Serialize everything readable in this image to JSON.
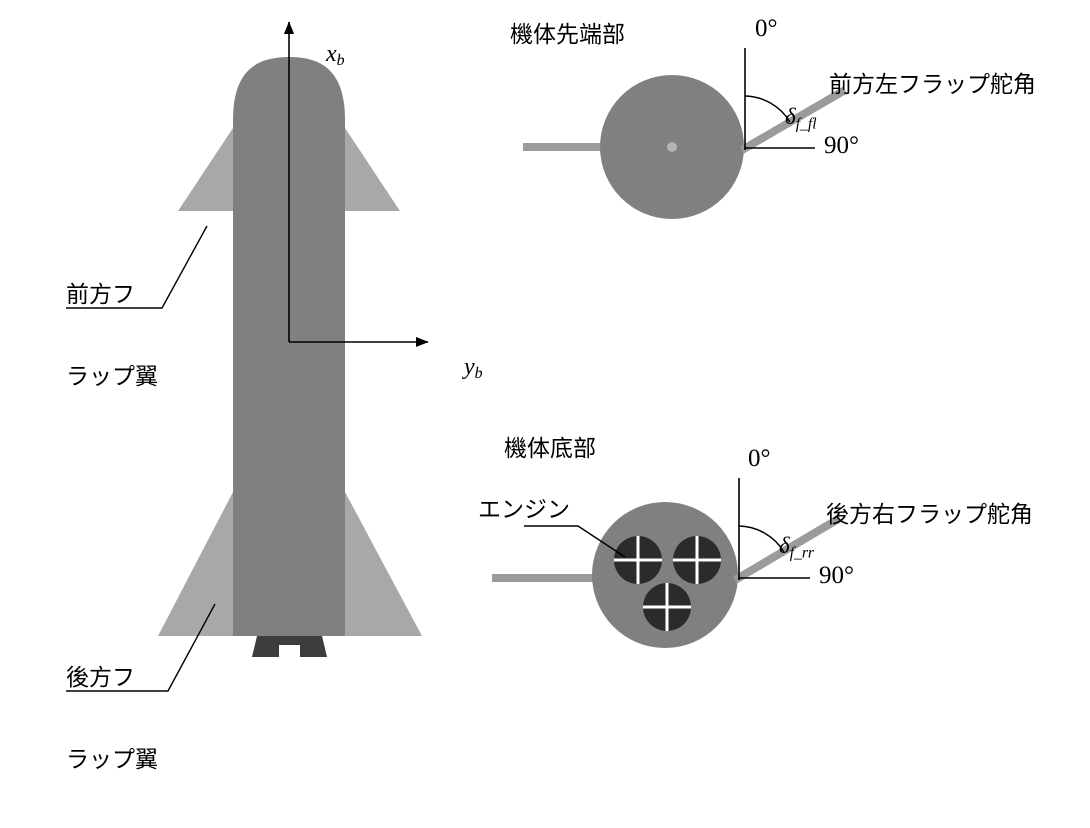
{
  "figure": {
    "title_hidden": "",
    "colors": {
      "body": "#808080",
      "flap": "#a8a8a8",
      "flap_bar": "#9b9b9b",
      "engine": "#333333",
      "legs": "#3d3d3d",
      "stroke": "#000000",
      "background": "#ffffff",
      "engine_cross": "#ffffff",
      "hub_dot": "#b4b4b4"
    }
  },
  "axes": {
    "x_label": "x",
    "x_sub": "b",
    "y_label": "y",
    "y_sub": "b"
  },
  "rocket": {
    "front_flap_label_line1": "前方フ",
    "front_flap_label_line2": "ラップ翼",
    "rear_flap_label_line1": "後方フ",
    "rear_flap_label_line2": "ラップ翼"
  },
  "top_view": {
    "title": "機体先端部",
    "zero_deg": "0°",
    "ninety_deg": "90°",
    "delta_symbol": "δ",
    "delta_sub": "f_fl",
    "flap_label": "前方左フラップ舵角"
  },
  "bottom_view": {
    "title": "機体底部",
    "engine_label": "エンジン",
    "zero_deg": "0°",
    "ninety_deg": "90°",
    "delta_symbol": "δ",
    "delta_sub": "f_rr",
    "flap_label": "後方右フラップ舵角"
  },
  "chart_data": {
    "type": "diagram",
    "title": "Starship body axes and flap deflection angle definitions",
    "views": [
      {
        "name": "planform",
        "elements": [
          {
            "id": "body",
            "shape": "rounded-nose-fuselage",
            "x_range": [
              233,
              345
            ],
            "y_range": [
              57,
              636
            ]
          },
          {
            "id": "front-flaps",
            "shape": "triangle-pair",
            "y_range": [
              128,
              211
            ],
            "span": [
              178,
              400
            ]
          },
          {
            "id": "rear-flaps",
            "shape": "triangle-pair",
            "y_range": [
              492,
              636
            ],
            "span": [
              158,
              422
            ]
          },
          {
            "id": "landing-legs",
            "shape": "notched-block",
            "y_range": [
              636,
              657
            ]
          }
        ],
        "axis_origin": [
          289,
          342
        ]
      },
      {
        "name": "forward-section",
        "circle_center": [
          672,
          147
        ],
        "circle_radius": 72,
        "reference_angles": [
          0,
          90
        ],
        "deflection_angle_deg": 30,
        "deflection_symbol": "δ_f_fl"
      },
      {
        "name": "aft-section",
        "circle_center": [
          665,
          575
        ],
        "circle_radius": 72,
        "engine_count": 3,
        "engine_radius": 23,
        "engine_centers": [
          [
            638,
            560
          ],
          [
            697,
            560
          ],
          [
            667,
            607
          ]
        ],
        "reference_angles": [
          0,
          90
        ],
        "deflection_angle_deg": 30,
        "deflection_symbol": "δ_f_rr"
      }
    ]
  }
}
